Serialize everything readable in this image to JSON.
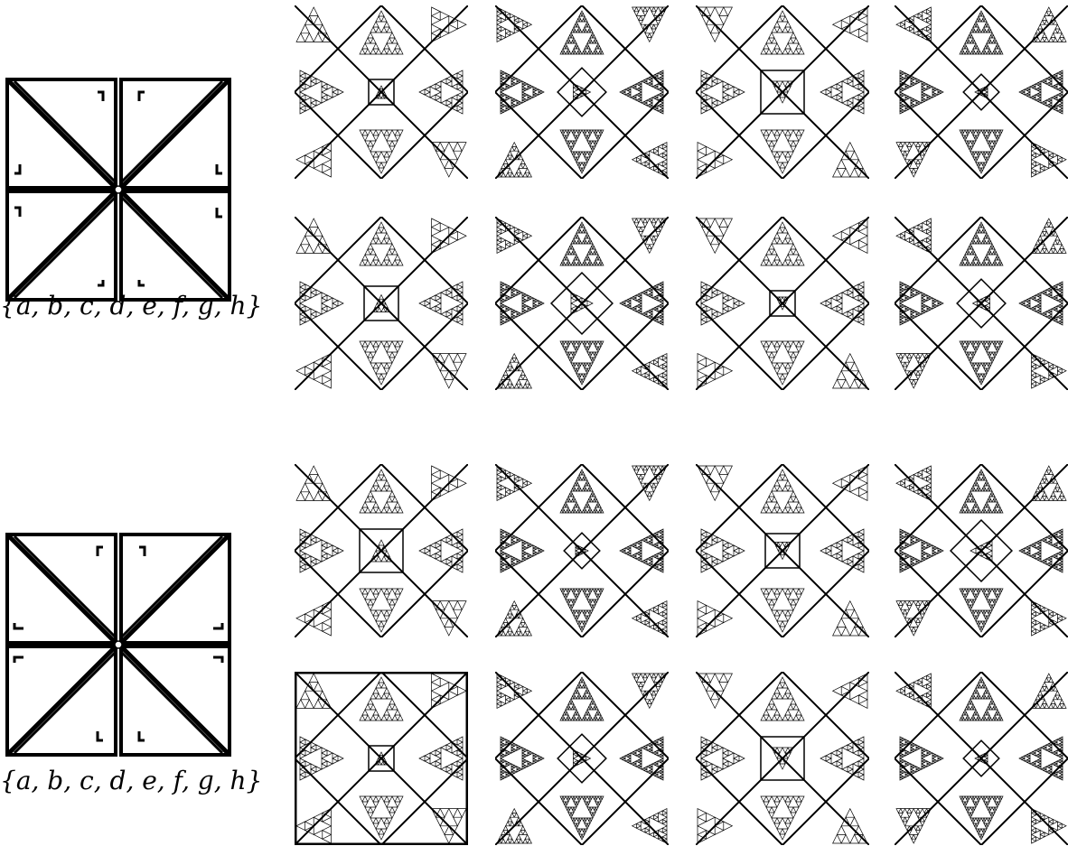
{
  "groups": [
    {
      "caption": "{a, b, c, d, e, f, g, h}",
      "corner_marks": [
        "hook-down-left",
        "hook-down-right",
        "hook-up-right",
        "hook-up-left"
      ],
      "fractal_count": 8
    },
    {
      "caption": "{a, b, c, d, e, f, g, h}",
      "corner_marks": [
        "hook-up-left",
        "hook-up-right",
        "hook-down-left",
        "hook-down-right"
      ],
      "fractal_count": 8
    }
  ],
  "colors": {
    "ink": "#000000",
    "paper": "#ffffff"
  }
}
